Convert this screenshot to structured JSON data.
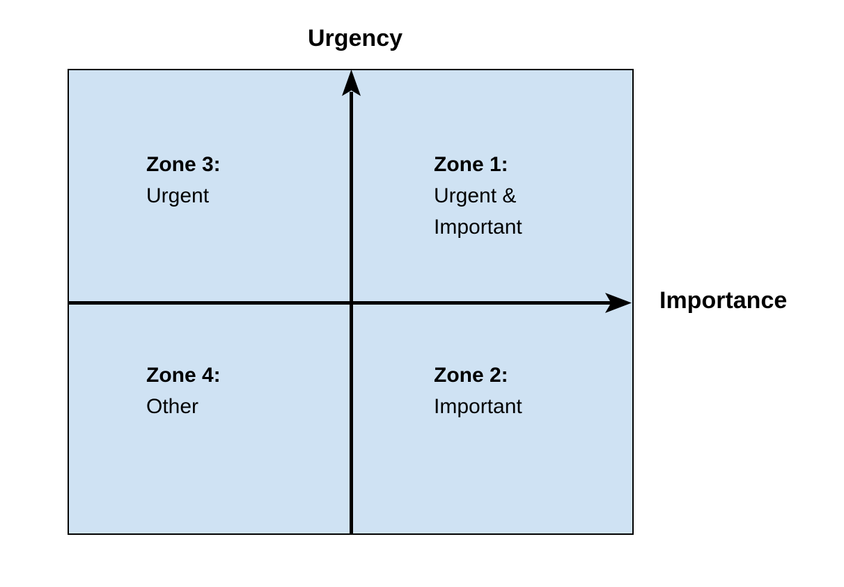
{
  "diagram": {
    "y_axis_label": "Urgency",
    "x_axis_label": "Importance",
    "colors": {
      "quadrant_fill": "#cfe2f3",
      "line": "#000000",
      "text": "#000000",
      "background": "#ffffff"
    },
    "zones": [
      {
        "title": "Zone 3:",
        "description": "Urgent",
        "position": "top-left"
      },
      {
        "title": "Zone 1:",
        "description": "Urgent &\nImportant",
        "position": "top-right"
      },
      {
        "title": "Zone 4:",
        "description": "Other",
        "position": "bottom-left"
      },
      {
        "title": "Zone 2:",
        "description": "Important",
        "position": "bottom-right"
      }
    ]
  }
}
